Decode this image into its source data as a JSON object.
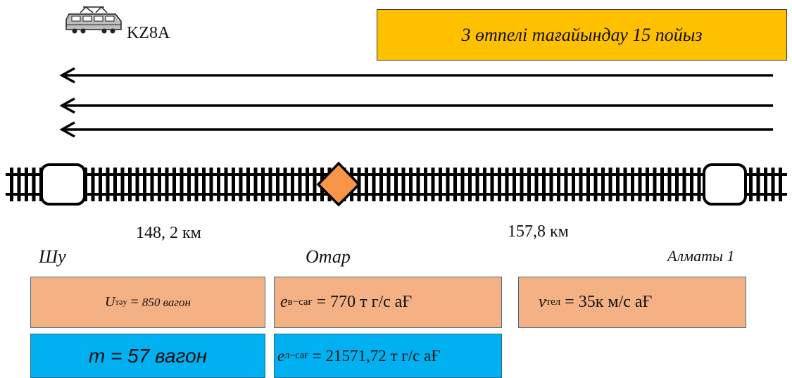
{
  "locomotive": {
    "icon": "locomotive-icon",
    "label": "KZ8A"
  },
  "banner": {
    "text": "3 өтпелі тағайындау 15 пойыз",
    "color": "#ffc000"
  },
  "arrows": {
    "count": 3,
    "direction": "left"
  },
  "track": {
    "nodes": [
      {
        "name": "Шу",
        "shape": "rounded-square",
        "color": "#ffffff"
      },
      {
        "name": "Отар",
        "shape": "diamond",
        "color": "#f79646"
      },
      {
        "name": "Алматы 1",
        "shape": "rounded-square",
        "color": "#ffffff"
      }
    ]
  },
  "distances": {
    "left": "148, 2 км",
    "right": "157,8 км"
  },
  "stations": {
    "shu": "Шу",
    "otar": "Отар",
    "almaty": "Алматы 1"
  },
  "params": {
    "u": {
      "symbol": "U",
      "sub": "тәу",
      "eq": " = ",
      "value": "850 вагон"
    },
    "ev": {
      "symbol": "e",
      "sub": "в−сағ",
      "eq": " = ",
      "value": "770 т г/с аҒ"
    },
    "v": {
      "symbol": "v",
      "sub": "тел",
      "eq": " = ",
      "value": "35к м/с аҒ"
    },
    "m": {
      "text": "m = 57 вагон"
    },
    "el": {
      "symbol": "e",
      "sub": "л−сағ",
      "eq": " = ",
      "value": "21571,72 т г/с аҒ"
    }
  },
  "colors": {
    "peach": "#f4b183",
    "blue": "#00b0f0",
    "orange": "#f79646",
    "banner": "#ffc000"
  }
}
